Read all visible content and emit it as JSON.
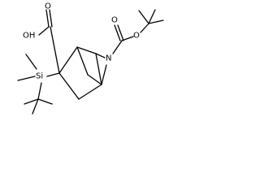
{
  "molecule": {
    "atoms": {
      "hydroxyl": "OH",
      "carbonyl_oxygen_acid": "O",
      "silicon": "Si",
      "ring_nitrogen": "N",
      "carbamate_carbonyl_oxygen": "O",
      "carbamate_ether_oxygen": "O"
    }
  },
  "colors": {
    "bond": "#000000",
    "label": "#000000",
    "background": "#ffffff"
  }
}
